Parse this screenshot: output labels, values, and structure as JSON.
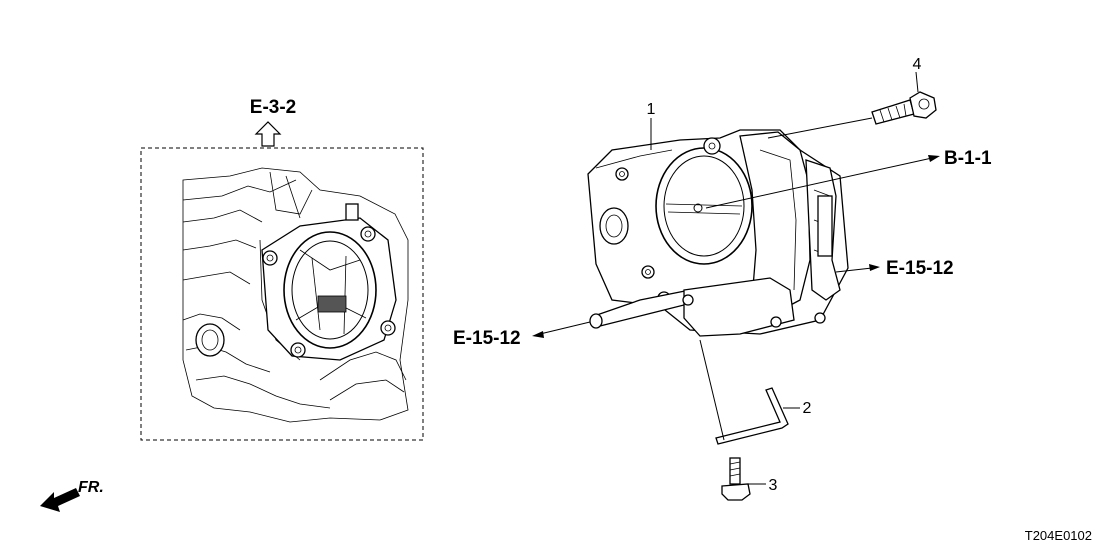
{
  "references": {
    "e_3_2": "E-3-2",
    "b_1_1": "B-1-1",
    "e_15_12_right": "E-15-12",
    "e_15_12_left": "E-15-12"
  },
  "part_numbers": {
    "p1": "1",
    "p2": "2",
    "p3": "3",
    "p4": "4"
  },
  "front_marker": "FR.",
  "diagram_code": "T204E0102"
}
